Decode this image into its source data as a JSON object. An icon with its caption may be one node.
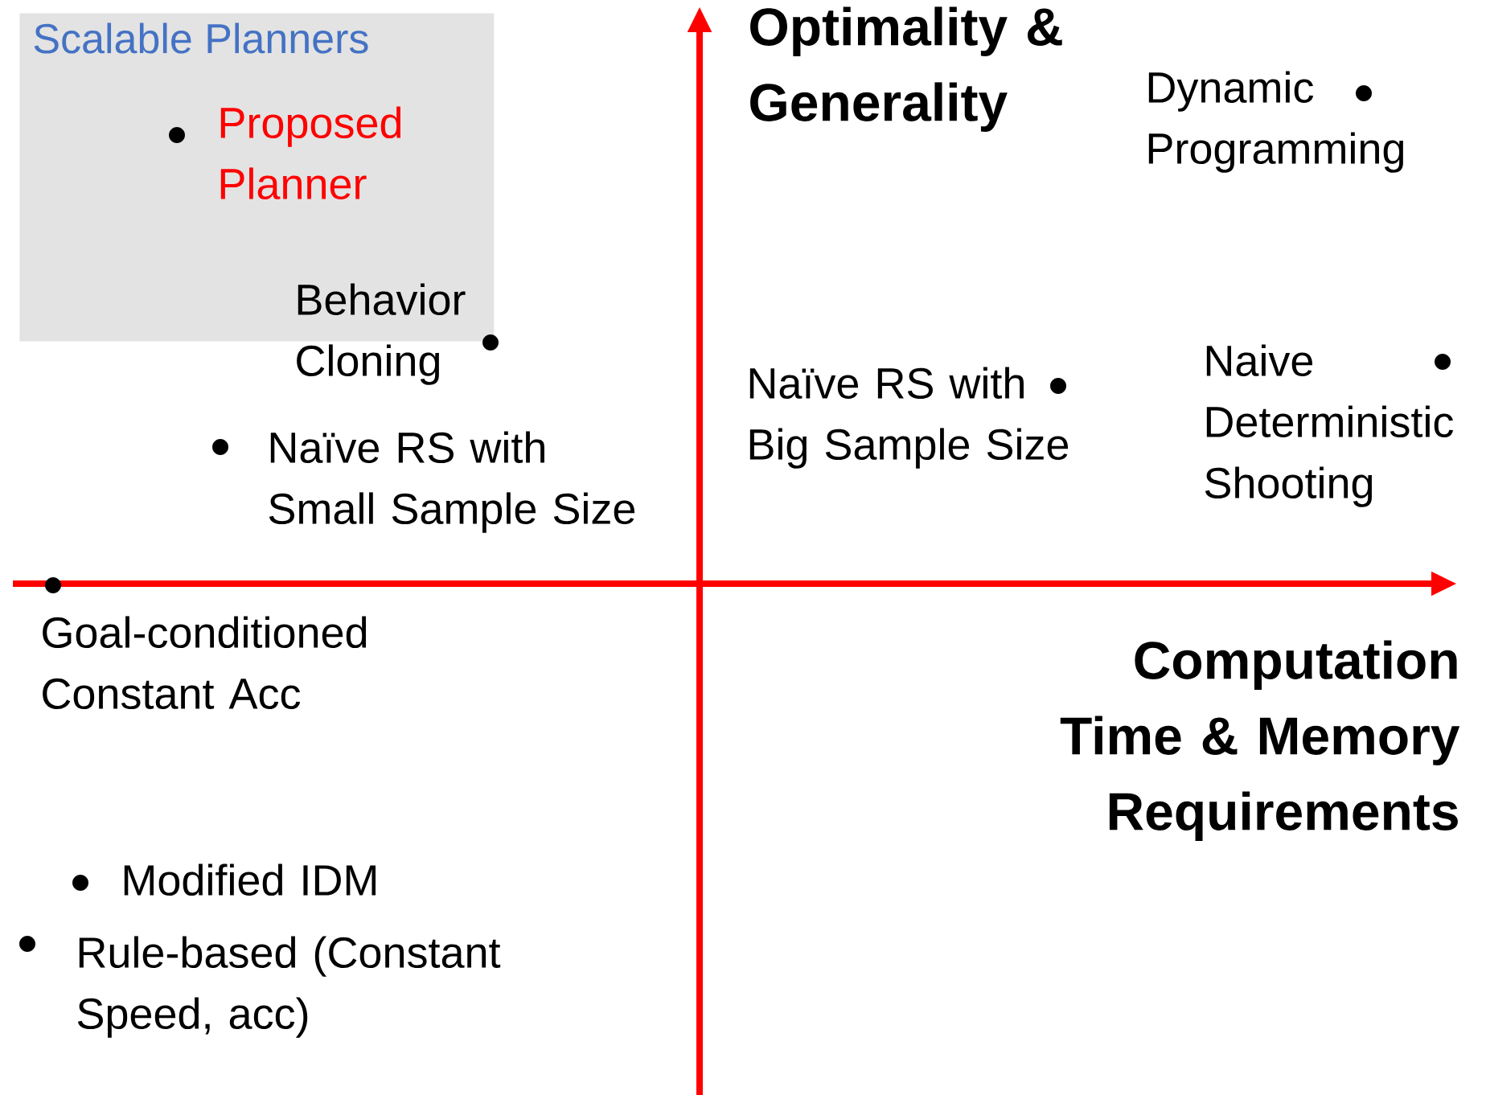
{
  "diagram": {
    "nodes": [
      {
        "text": [
          "Scalable Planners"
        ]
      }
    ],
    "labels": [
      "Proposed Planner",
      "Optimality & Generality",
      "Dynamic Programming",
      "Behavior Cloning",
      "Naïve RS with Big Sample Size",
      "Naive Deterministic Shooting",
      "Naïve RS with Small Sample Size",
      "Goal-conditioned Constant Acc",
      "Computation Time & Memory Requirements",
      "Modified IDM",
      "Rule-based (Constant Speed, acc)"
    ]
  }
}
